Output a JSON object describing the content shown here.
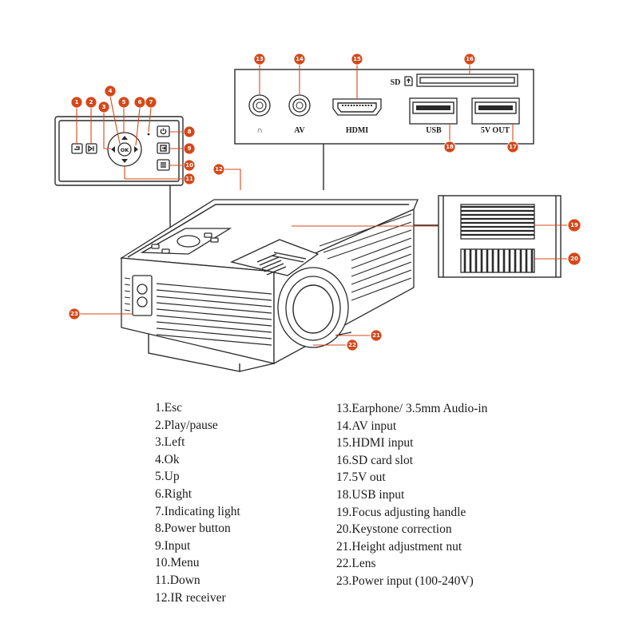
{
  "ports": {
    "earphone": "∩",
    "av": "AV",
    "hdmi": "HDMI",
    "sd": "SD",
    "usb": "USB",
    "out5v": "5V OUT"
  },
  "callouts": [
    "1",
    "2",
    "3",
    "4",
    "5",
    "6",
    "7",
    "8",
    "9",
    "10",
    "11",
    "12",
    "13",
    "14",
    "15",
    "16",
    "17",
    "18",
    "19",
    "20",
    "21",
    "22",
    "23"
  ],
  "legend_left": [
    "1.Esc",
    "2.Play/pause",
    "3.Left",
    "4.Ok",
    "5.Up",
    "6.Right",
    "7.Indicating light",
    "8.Power button",
    "9.Input",
    "10.Menu",
    "11.Down",
    "12.IR receiver"
  ],
  "legend_right": [
    "13.Earphone/ 3.5mm Audio-in",
    "14.AV input",
    "15.HDMI input",
    "16.SD card slot",
    "17.5V out",
    "18.USB input",
    "19.Focus adjusting handle",
    "20.Keystone correction",
    "21.Height adjustment nut",
    "22.Lens",
    "23.Power input (100-240V)"
  ],
  "ok_label": "OK",
  "accent_color": "#d4481a"
}
